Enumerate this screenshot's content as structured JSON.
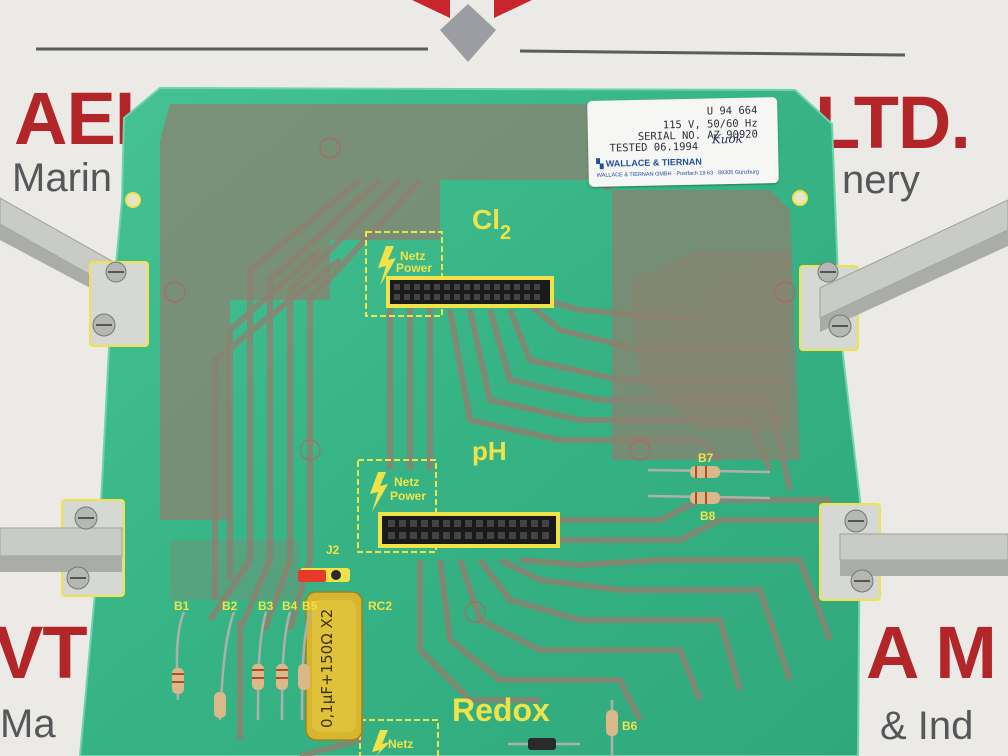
{
  "background": {
    "logo_left": "AEL",
    "logo_right": "LTD.",
    "line2_left": "Marin",
    "line2_right": "nery",
    "line3_left": "VT",
    "line3_right": "A M",
    "line4_left": "Ma",
    "line4_right": "& Ind"
  },
  "sticker": {
    "line1": "U 94 664",
    "line2": "115 V, 50/60 Hz",
    "line3": "SERIAL NO. AZ 90920",
    "line4": "TESTED 06.1994",
    "signature": "Kuok",
    "brand": "WALLACE & TIERNAN",
    "address": "WALLACE & TIERNAN GMBH · Postfach 19 63 · 89305 Günzburg"
  },
  "silkscreen": {
    "cl2_main": "Cl",
    "cl2_sub": "2",
    "ph": "pH",
    "redox": "Redox",
    "netz": "Netz",
    "power": "Power",
    "j2": "J2",
    "rc2": "RC2",
    "b1": "B1",
    "b2": "B2",
    "b3": "B3",
    "b4": "B4",
    "b5": "B5",
    "b6": "B6",
    "b7": "B7",
    "b8": "B8",
    "capacitor": "0,1µF+150Ω X2"
  },
  "colors": {
    "board_green": "#3dbb8e",
    "copper": "#8c8270",
    "silkscreen_yellow": "#f0e34a",
    "logo_red": "#b2262a"
  }
}
